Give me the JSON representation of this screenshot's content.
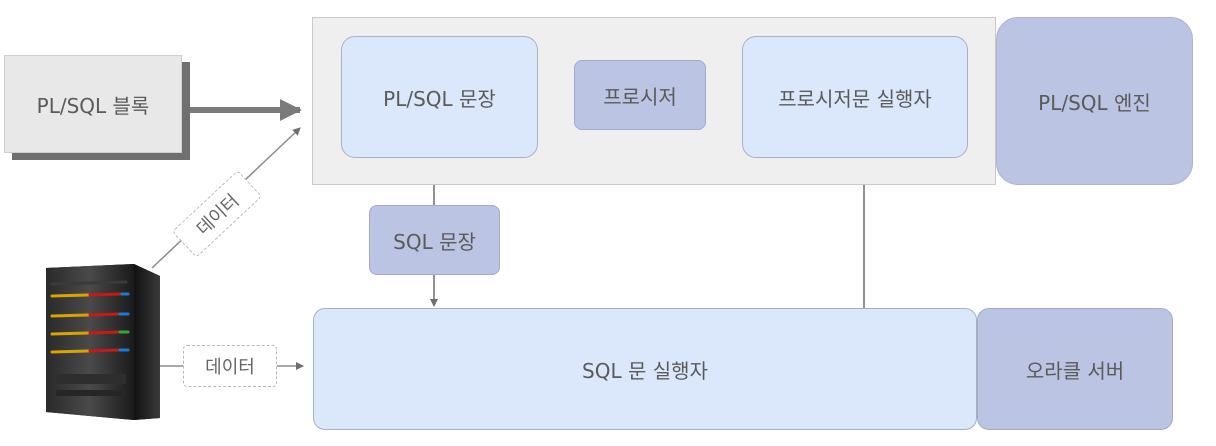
{
  "pl_block": {
    "label": "PL/SQL 블록"
  },
  "plsql_statement": {
    "label": "PL/SQL 문장"
  },
  "procedure": {
    "label": "프로시저"
  },
  "procedure_executor": {
    "label": "프로시저문 실행자"
  },
  "plsql_engine": {
    "label": "PL/SQL 엔진"
  },
  "sql_statement": {
    "label": "SQL 문장"
  },
  "sql_executor": {
    "label": "SQL 문 실행자"
  },
  "oracle_server": {
    "label": "오라클 서버"
  },
  "data_tag_upper": {
    "label": "데이터"
  },
  "data_tag_lower": {
    "label": "데이터"
  },
  "colors": {
    "light_box": "#dbe8fb",
    "dark_box": "#bcc4e4",
    "engine_panel": "#efefef",
    "arrow": "#6e6e6e"
  },
  "icons": {
    "server": "server-rack-icon"
  }
}
